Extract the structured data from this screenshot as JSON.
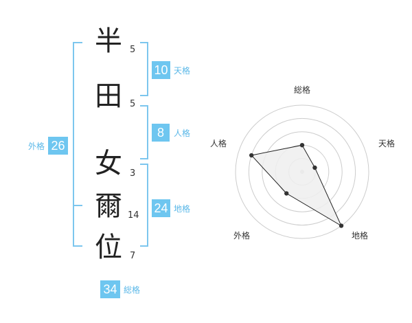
{
  "name": {
    "characters": [
      {
        "char": "半",
        "strokes": "5"
      },
      {
        "char": "田",
        "strokes": "5"
      },
      {
        "char": "女",
        "strokes": "3"
      },
      {
        "char": "爾",
        "strokes": "14"
      },
      {
        "char": "位",
        "strokes": "7"
      }
    ]
  },
  "kakusu": {
    "tenkaku": {
      "label": "天格",
      "value": "10"
    },
    "jinkaku": {
      "label": "人格",
      "value": "8"
    },
    "chikaku": {
      "label": "地格",
      "value": "24"
    },
    "gaikaku": {
      "label": "外格",
      "value": "26"
    },
    "soukaku": {
      "label": "総格",
      "value": "34"
    }
  },
  "radar": {
    "axes": [
      "総格",
      "天格",
      "地格",
      "外格",
      "人格"
    ],
    "levels": [
      1,
      2,
      3,
      4,
      5
    ],
    "values": [
      2,
      1,
      5,
      2,
      4
    ],
    "max": 5
  },
  "colors": {
    "accent": "#6ec6f0",
    "bracket": "#7cc6ee",
    "radar_fill": "#eeeeee",
    "radar_stroke": "#222222"
  }
}
